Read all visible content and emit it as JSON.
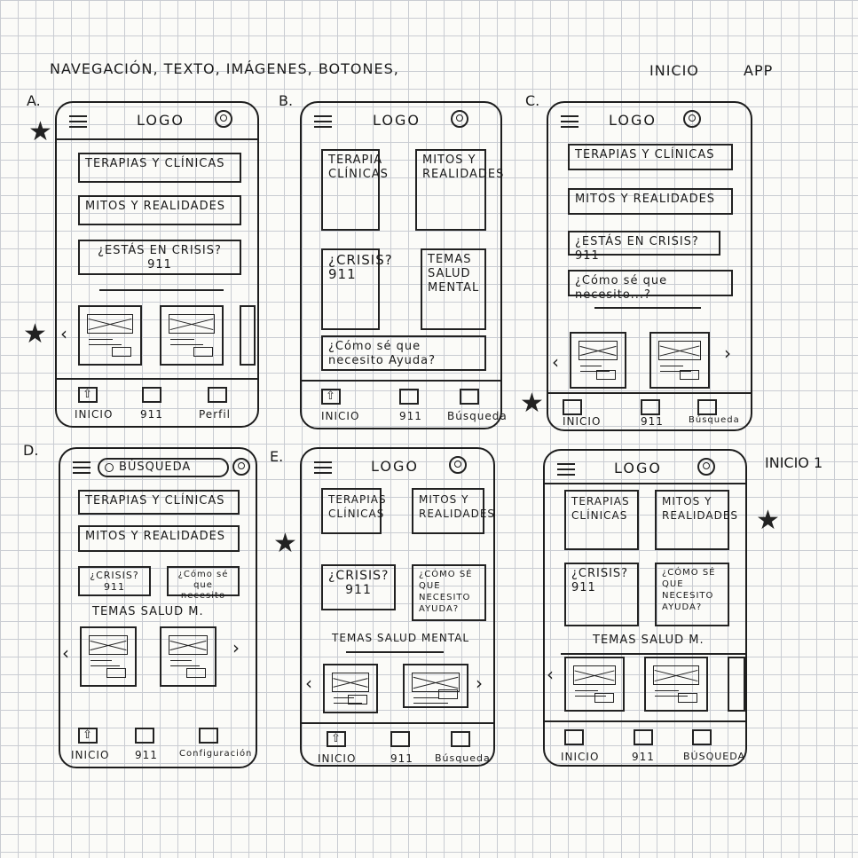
{
  "header": {
    "title": "NAVEGACIÓN, TEXTO, IMÁGENES, BOTONES,",
    "app_label_1": "INICIO",
    "app_label_2": "APP"
  },
  "labels": {
    "A": "A.",
    "B": "B.",
    "C": "C.",
    "D": "D.",
    "E": "E.",
    "F": "INICIO 1"
  },
  "common": {
    "logo": "LOGO",
    "star": "★",
    "arrow_left": "‹",
    "arrow_right": "›",
    "home": "⇧"
  },
  "A": {
    "items": [
      "TERAPIAS Y CLÍNICAS",
      "MITOS Y REALIDADES",
      "¿ESTÁS EN CRISIS? 911"
    ],
    "nav": [
      "INICIO",
      "911",
      "Perfil"
    ]
  },
  "B": {
    "tiles": [
      "TERAPIA CLÍNICAS",
      "MITOS Y REALIDADES",
      "¿CRISIS? 911",
      "TEMAS SALUD MENTAL"
    ],
    "wide": "¿Cómo sé que necesito Ayuda?",
    "nav": [
      "INICIO",
      "911",
      "Búsqueda"
    ]
  },
  "C": {
    "items": [
      "TERAPIAS Y CLÍNICAS",
      "MITOS Y REALIDADES",
      "¿ESTÁS EN CRISIS? 911",
      "¿Cómo sé que necesito...?"
    ],
    "nav": [
      "INICIO",
      "911",
      "Búsqueda"
    ]
  },
  "D": {
    "search": "BÚSQUEDA",
    "items": [
      "TERAPIAS Y CLÍNICAS",
      "MITOS Y REALIDADES"
    ],
    "small": [
      "¿CRISIS? 911",
      "¿Cómo sé que necesito"
    ],
    "section": "TEMAS SALUD M.",
    "nav": [
      "INICIO",
      "911",
      "Configuración"
    ]
  },
  "E": {
    "tiles": [
      "TERAPIAS CLÍNICAS",
      "MITOS Y REALIDADES",
      "¿CRISIS? 911",
      "¿CÓMO SÉ QUE NECESITO AYUDA?"
    ],
    "section": "TEMAS SALUD MENTAL",
    "nav": [
      "INICIO",
      "911",
      "Búsqueda"
    ]
  },
  "F": {
    "tiles": [
      "TERAPIAS CLÍNICAS",
      "MITOS Y REALIDADES",
      "¿CRISIS? 911",
      "¿CÓMO SÉ QUE NECESITO AYUDA?"
    ],
    "section": "TEMAS SALUD M.",
    "nav": [
      "INICIO",
      "911",
      "BÚSQUEDA"
    ]
  }
}
